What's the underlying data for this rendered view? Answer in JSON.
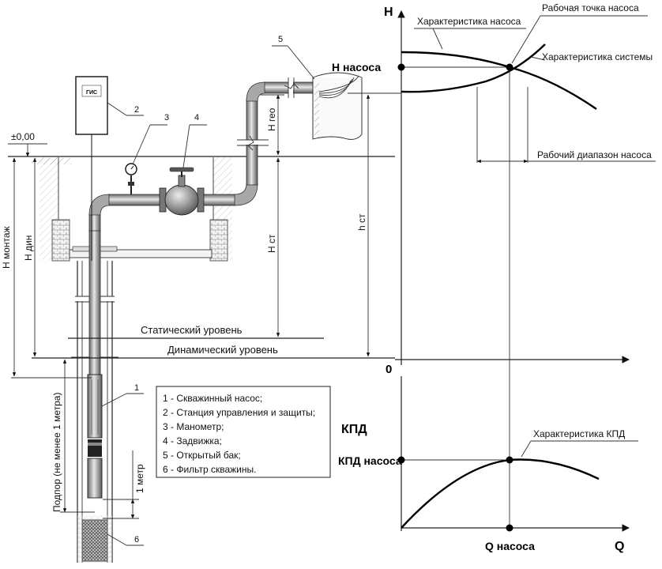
{
  "ground_level": "±0,00",
  "callouts": {
    "n1": "1",
    "n2": "2",
    "n3": "3",
    "n4": "4",
    "n5": "5",
    "n6": "6"
  },
  "control_station_logo": "ГИС",
  "levels": {
    "static": "Статический уровень",
    "dynamic": "Динамический уровень"
  },
  "dimensions": {
    "h_montazh": "H монтаж",
    "h_din": "H дин",
    "h_st": "H ст",
    "h_geo": "H гео",
    "h_st_small": "h ст",
    "podpor": "Подпор (не менее 1 метра)",
    "one_meter": "1 метр"
  },
  "legend": {
    "items": [
      "1 - Скважинный насос;",
      "2 - Станция управления и защиты;",
      "3 - Манометр;",
      "4 - Задвижка;",
      "5 - Открытый бак;",
      "6 - Фильтр скважины."
    ]
  },
  "graph_top": {
    "axis_y": "H",
    "origin": "0",
    "h_pump": "H насоса",
    "pump_curve": "Характеристика насоса",
    "operating_point": "Рабочая точка насоса",
    "system_curve": "Характеристика системы",
    "operating_range": "Рабочий диапазон насоса"
  },
  "graph_bottom": {
    "axis_y": "КПД",
    "kpd_pump": "КПД насоса",
    "kpd_curve": "Характеристика КПД",
    "axis_x": "Q",
    "q_pump": "Q насоса"
  }
}
